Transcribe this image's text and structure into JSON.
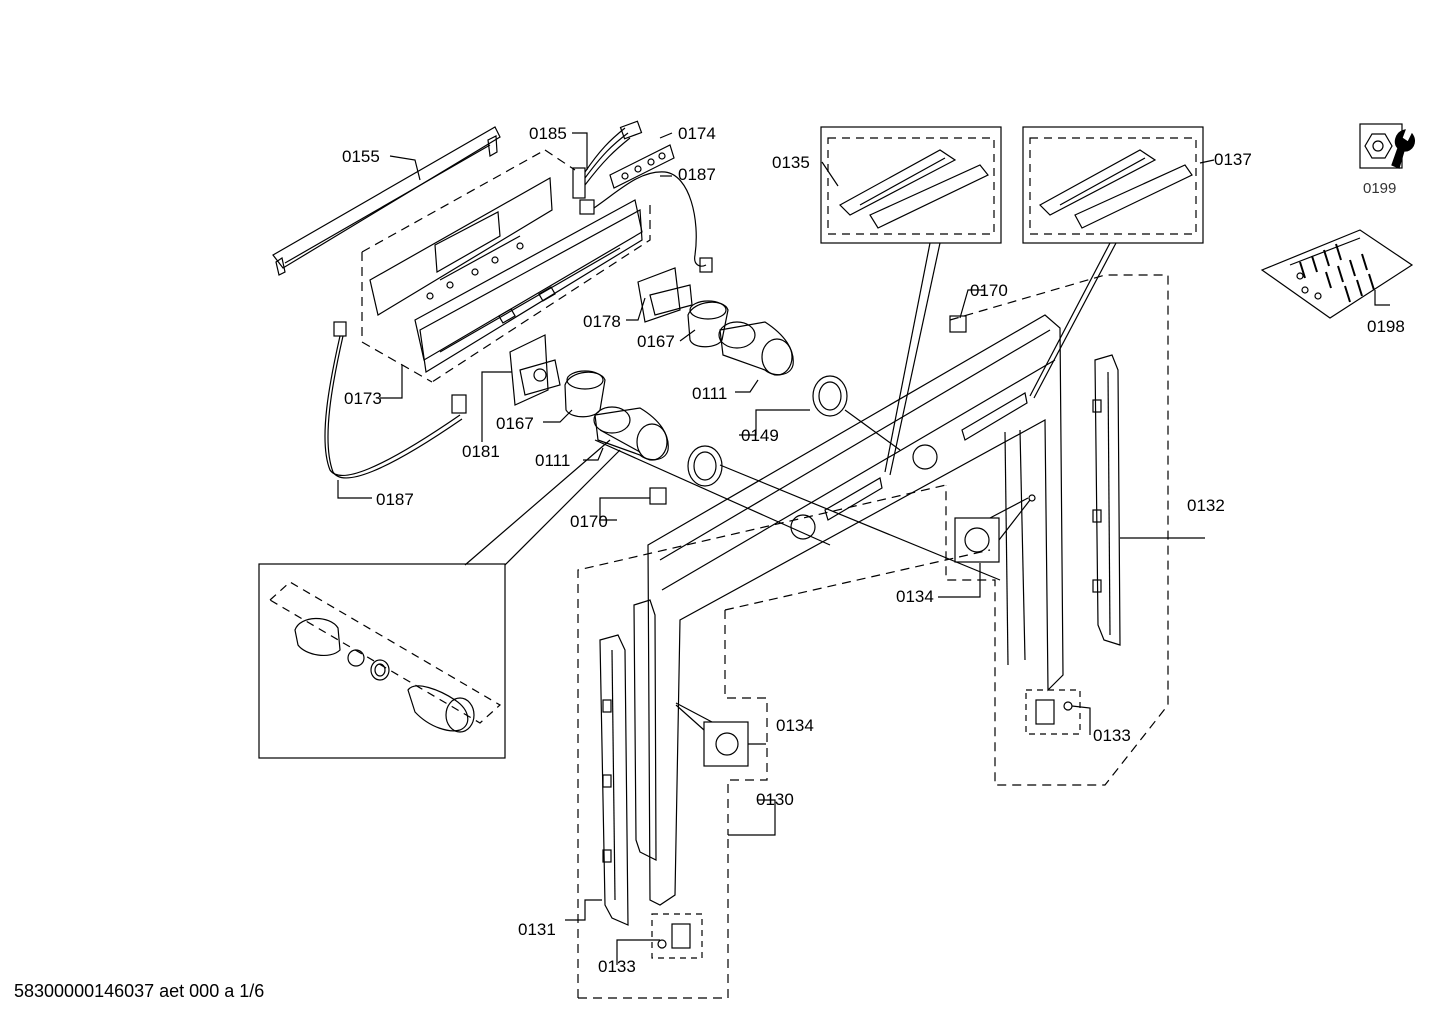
{
  "diagram": {
    "labels": {
      "p0155": "0155",
      "p0185": "0185",
      "p0174": "0174",
      "p0187a": "0187",
      "p0135": "0135",
      "p0137": "0137",
      "p0199": "0199",
      "p0198": "0198",
      "p0170a": "0170",
      "p0178": "0178",
      "p0167a": "0167",
      "p0111a": "0111",
      "p0173": "0173",
      "p0167b": "0167",
      "p0149": "0149",
      "p0181": "0181",
      "p0111b": "0111",
      "p0187b": "0187",
      "p0170b": "0170",
      "p0132": "0132",
      "p0134a": "0134",
      "p0134b": "0134",
      "p0133a": "0133",
      "p0130": "0130",
      "p0131": "0131",
      "p0133b": "0133"
    },
    "footer": "58300000146037 aet 000 a 1/6"
  }
}
